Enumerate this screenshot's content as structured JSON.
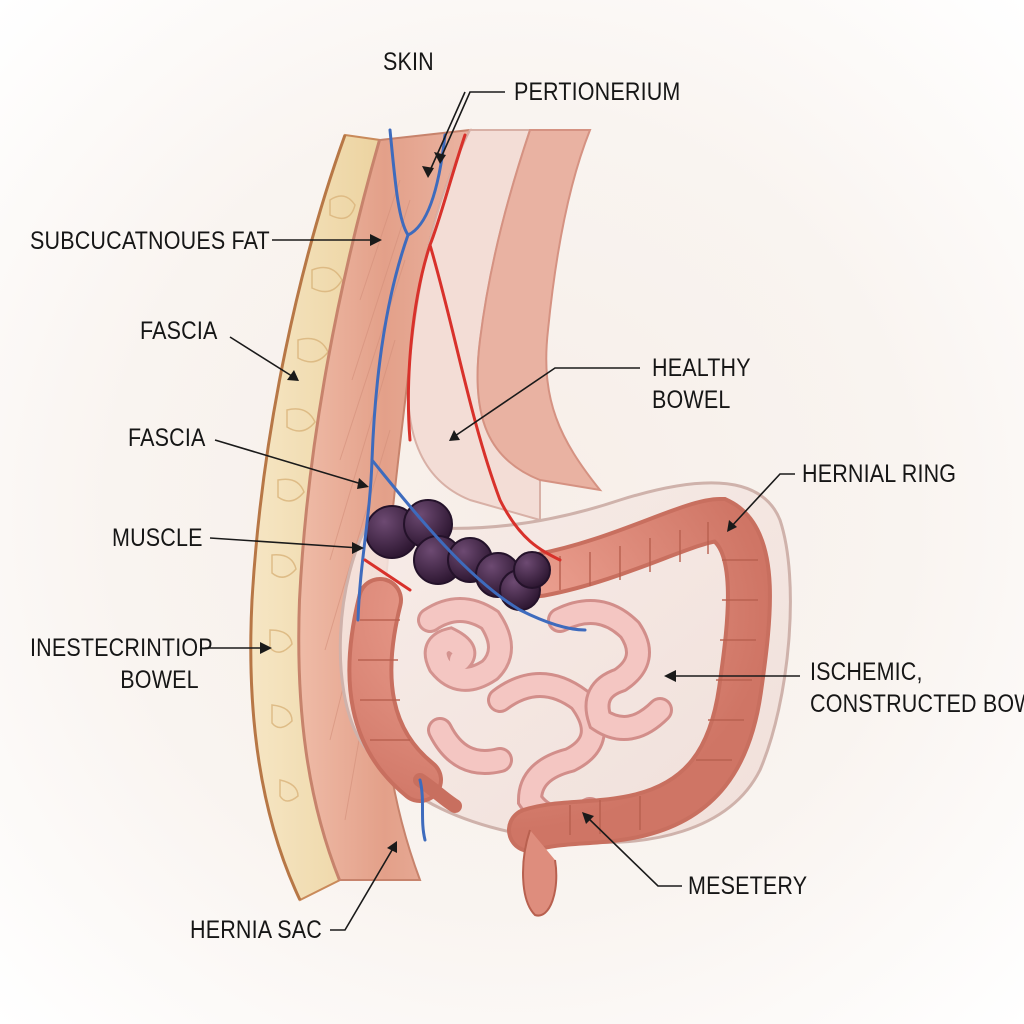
{
  "labels": {
    "skin": "SKIN",
    "peritoneum": "PERTIONERIUM",
    "subcutaneous_fat": "SUBCUCATNOUES FAT",
    "fascia_upper": "FASCIA",
    "fascia_lower": "FASCIA",
    "muscle": "MUSCLE",
    "inestecrintiop_bowel": [
      "INESTECRINTIOP",
      "BOWEL"
    ],
    "healthy_bowel": [
      "HEALTHY",
      "BOWEL"
    ],
    "hernial_ring": "HERNIAL RING",
    "ischemic_bowel": [
      "ISCHEMIC,",
      "CONSTRUCTED BOWE"
    ],
    "mesentery": "MESETERY",
    "hernia_sac": "HERNIA SAC"
  },
  "colors": {
    "skin_fat": "#f2dcae",
    "muscle": "#e8aa98",
    "bowel_healthy": "#e4907e",
    "bowel_ischemic": "#4a2a4e",
    "small_bowel": "#f1b9b6",
    "artery": "#d8312b",
    "vein": "#3e6bbd",
    "leader": "#1a1a1a"
  }
}
